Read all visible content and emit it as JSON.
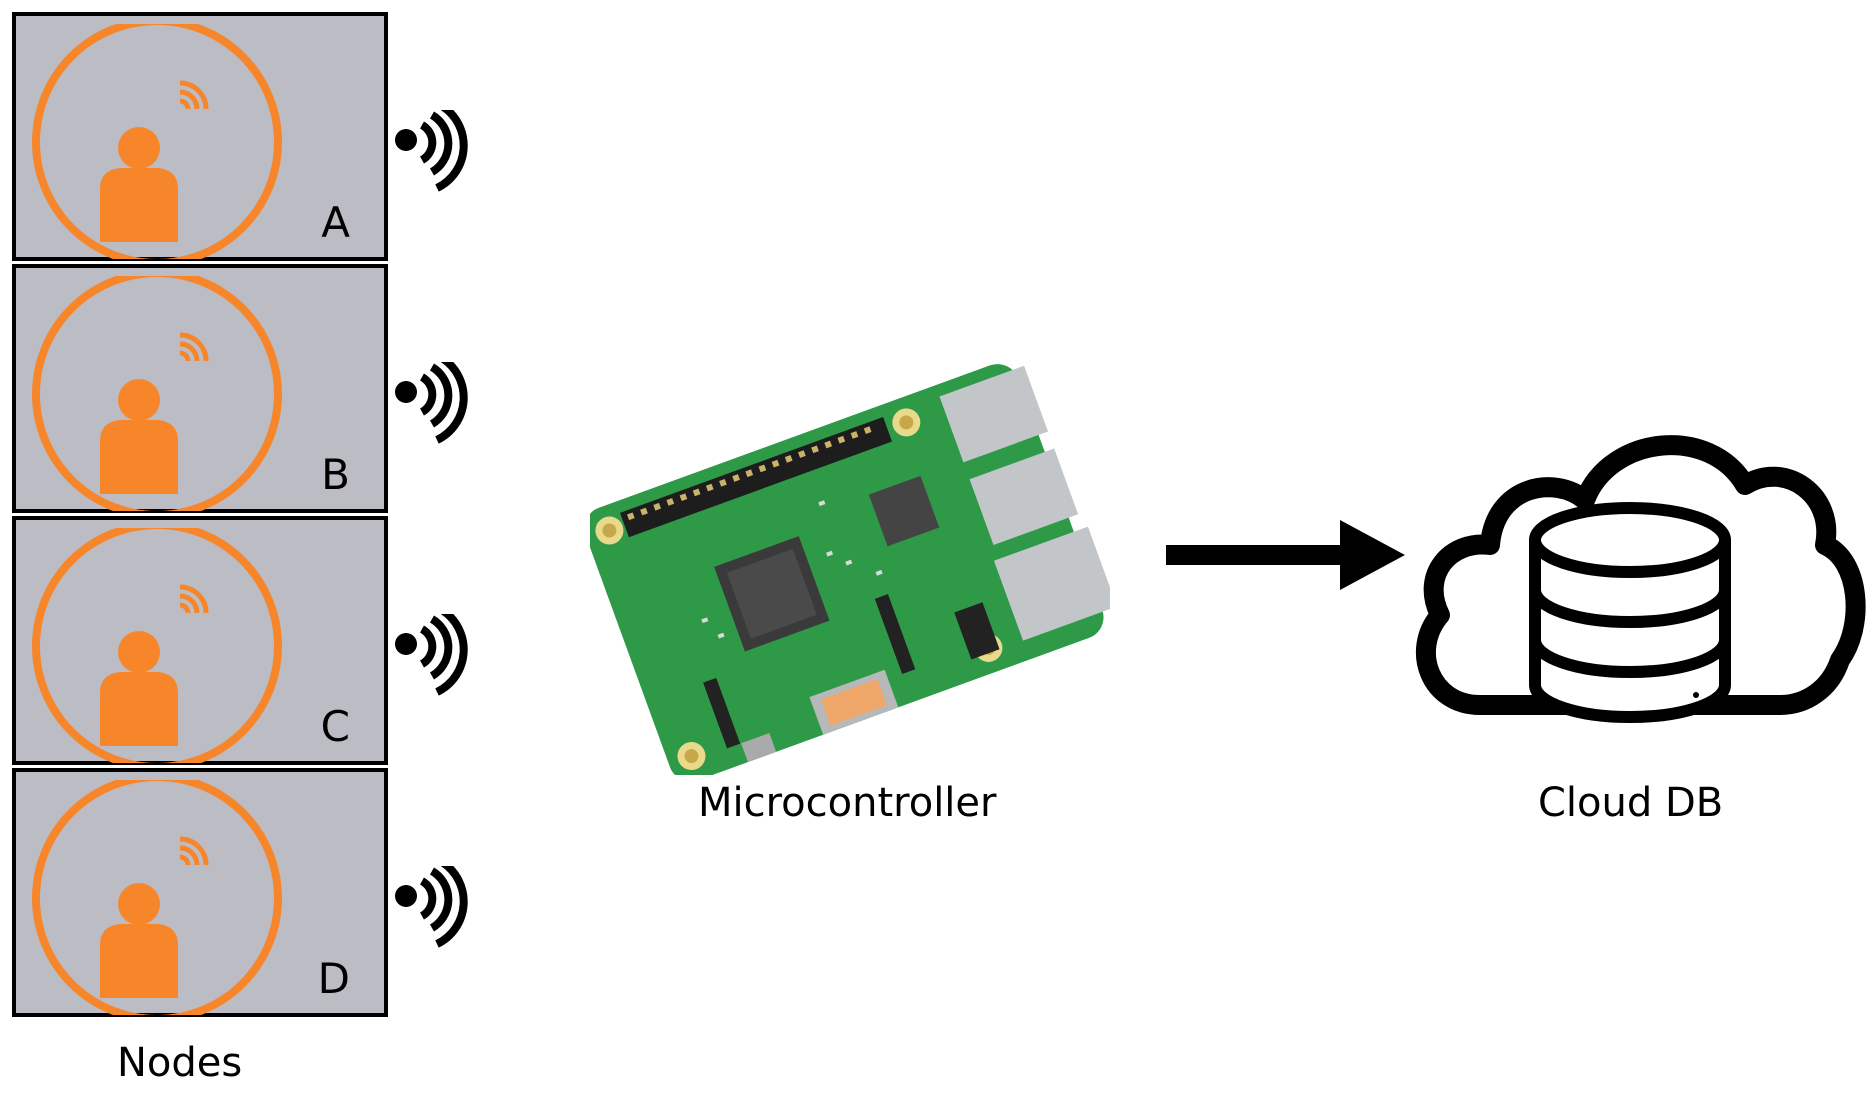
{
  "nodes": {
    "caption": "Nodes",
    "items": [
      {
        "label": "A"
      },
      {
        "label": "B"
      },
      {
        "label": "C"
      },
      {
        "label": "D"
      }
    ]
  },
  "microcontroller": {
    "caption": "Microcontroller",
    "icon": "raspberry-pi-board"
  },
  "cloud": {
    "caption": "Cloud DB",
    "icon": "cloud-database"
  },
  "colors": {
    "node_fill": "#bcbcc4",
    "accent": "#f7862a",
    "board": "#2e9a48",
    "line": "#000000"
  }
}
